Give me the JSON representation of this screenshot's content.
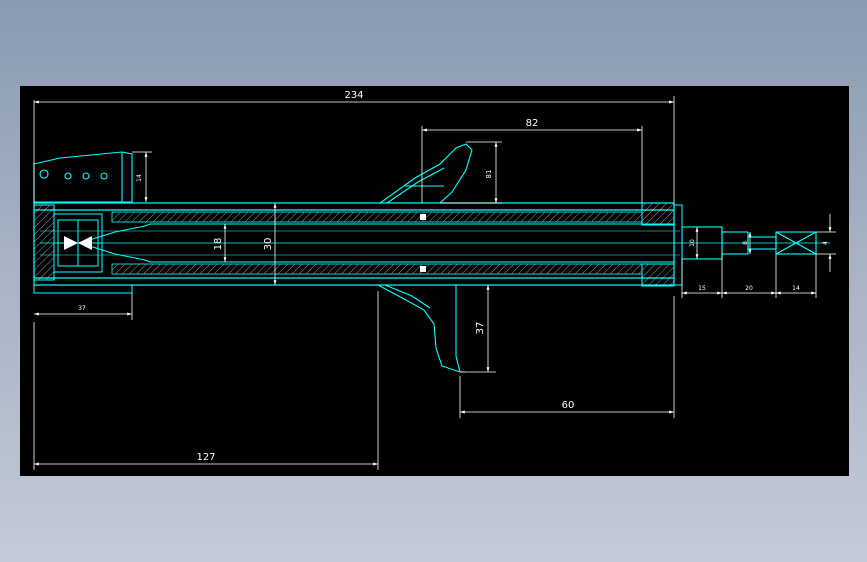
{
  "drawing": {
    "dimensions": {
      "overall_length": "234",
      "mount_span": "82",
      "bracket_height": "81",
      "bracket_width": "14",
      "inner_diameter": "18",
      "outer_diameter": "30",
      "rod_diameter": "10",
      "lower_eye_offset": "37",
      "spring_seat_height": "37",
      "spring_seat_offset": "60",
      "lower_length": "127",
      "rod_step_1": "15",
      "rod_step_2": "20",
      "rod_step_3": "14",
      "thread_diameter": "8",
      "flat_width": "4"
    },
    "colors": {
      "background": "#000000",
      "outline": "#00ffff",
      "hatch": "#ffffff",
      "dimension": "#ffffff"
    }
  }
}
